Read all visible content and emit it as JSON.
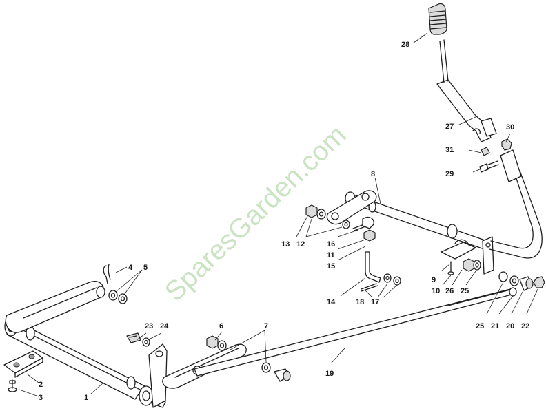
{
  "watermark": "SparesGarden.com",
  "callouts": [
    {
      "id": "c1",
      "label": "1"
    },
    {
      "id": "c2",
      "label": "2"
    },
    {
      "id": "c3",
      "label": "3"
    },
    {
      "id": "c4",
      "label": "4"
    },
    {
      "id": "c5",
      "label": "5"
    },
    {
      "id": "c6",
      "label": "6"
    },
    {
      "id": "c7",
      "label": "7"
    },
    {
      "id": "c8",
      "label": "8"
    },
    {
      "id": "c9",
      "label": "9"
    },
    {
      "id": "c10",
      "label": "10"
    },
    {
      "id": "c11",
      "label": "11"
    },
    {
      "id": "c12",
      "label": "12"
    },
    {
      "id": "c13",
      "label": "13"
    },
    {
      "id": "c14",
      "label": "14"
    },
    {
      "id": "c15",
      "label": "15"
    },
    {
      "id": "c16",
      "label": "16"
    },
    {
      "id": "c17",
      "label": "17"
    },
    {
      "id": "c18",
      "label": "18"
    },
    {
      "id": "c19",
      "label": "19"
    },
    {
      "id": "c20",
      "label": "20"
    },
    {
      "id": "c21",
      "label": "21"
    },
    {
      "id": "c22",
      "label": "22"
    },
    {
      "id": "c23",
      "label": "23"
    },
    {
      "id": "c24",
      "label": "24"
    },
    {
      "id": "c25a",
      "label": "25"
    },
    {
      "id": "c25b",
      "label": "25"
    },
    {
      "id": "c26",
      "label": "26"
    },
    {
      "id": "c27",
      "label": "27"
    },
    {
      "id": "c28",
      "label": "28"
    },
    {
      "id": "c29",
      "label": "29"
    },
    {
      "id": "c30",
      "label": "30"
    },
    {
      "id": "c31",
      "label": "31"
    }
  ]
}
